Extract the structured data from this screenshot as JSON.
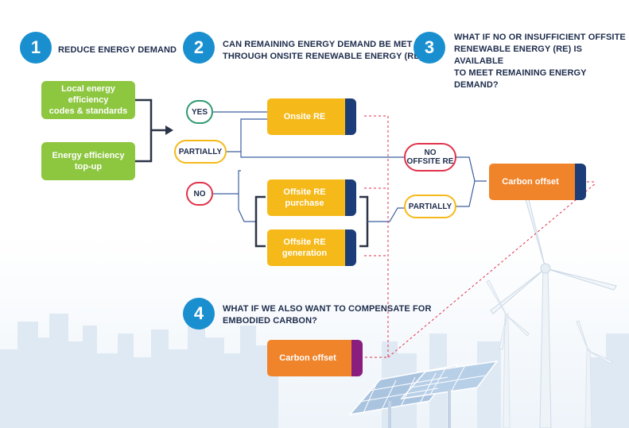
{
  "steps": [
    {
      "number": "1",
      "title": "REDUCE ENERGY DEMAND"
    },
    {
      "number": "2",
      "title_line1": "CAN REMAINING ENERGY DEMAND BE MET",
      "title_line2": "THROUGH ONSITE RENEWABLE ENERGY (RE)?"
    },
    {
      "number": "3",
      "title_line1": "WHAT IF NO OR INSUFFICIENT OFFSITE",
      "title_line2": "RENEWABLE ENERGY (RE) IS AVAILABLE",
      "title_line3": "TO MEET REMAINING ENERGY DEMAND?"
    },
    {
      "number": "4",
      "title_line1": "WHAT IF WE ALSO WANT TO COMPENSATE FOR",
      "title_line2": "EMBODIED CARBON?"
    }
  ],
  "step1_boxes": [
    {
      "line1": "Local energy efficiency",
      "line2": "codes & standards"
    },
    {
      "line1": "Energy efficiency",
      "line2": "top-up"
    }
  ],
  "step2_answers": {
    "yes": "YES",
    "partially": "PARTIALLY",
    "no": "NO"
  },
  "step2_options": [
    {
      "line1": "Onsite RE",
      "line2": ""
    },
    {
      "line1": "Offsite RE",
      "line2": "purchase"
    },
    {
      "line1": "Offsite RE",
      "line2": "generation"
    }
  ],
  "step3_answers": {
    "no_line1": "NO",
    "no_line2": "OFFSITE RE",
    "partially": "PARTIALLY"
  },
  "step3_option": "Carbon offset",
  "step4_option": "Carbon offset",
  "colors": {
    "step_blue": "#1a8fd0",
    "green": "#8dc63f",
    "yellow": "#f5b919",
    "orange": "#f0842a",
    "navy_tab": "#1d3d78",
    "purple_tab": "#8a1e7e",
    "yes_border": "#2e9a6f",
    "no_border": "#e0324a",
    "dotted_red": "#e0324a"
  }
}
